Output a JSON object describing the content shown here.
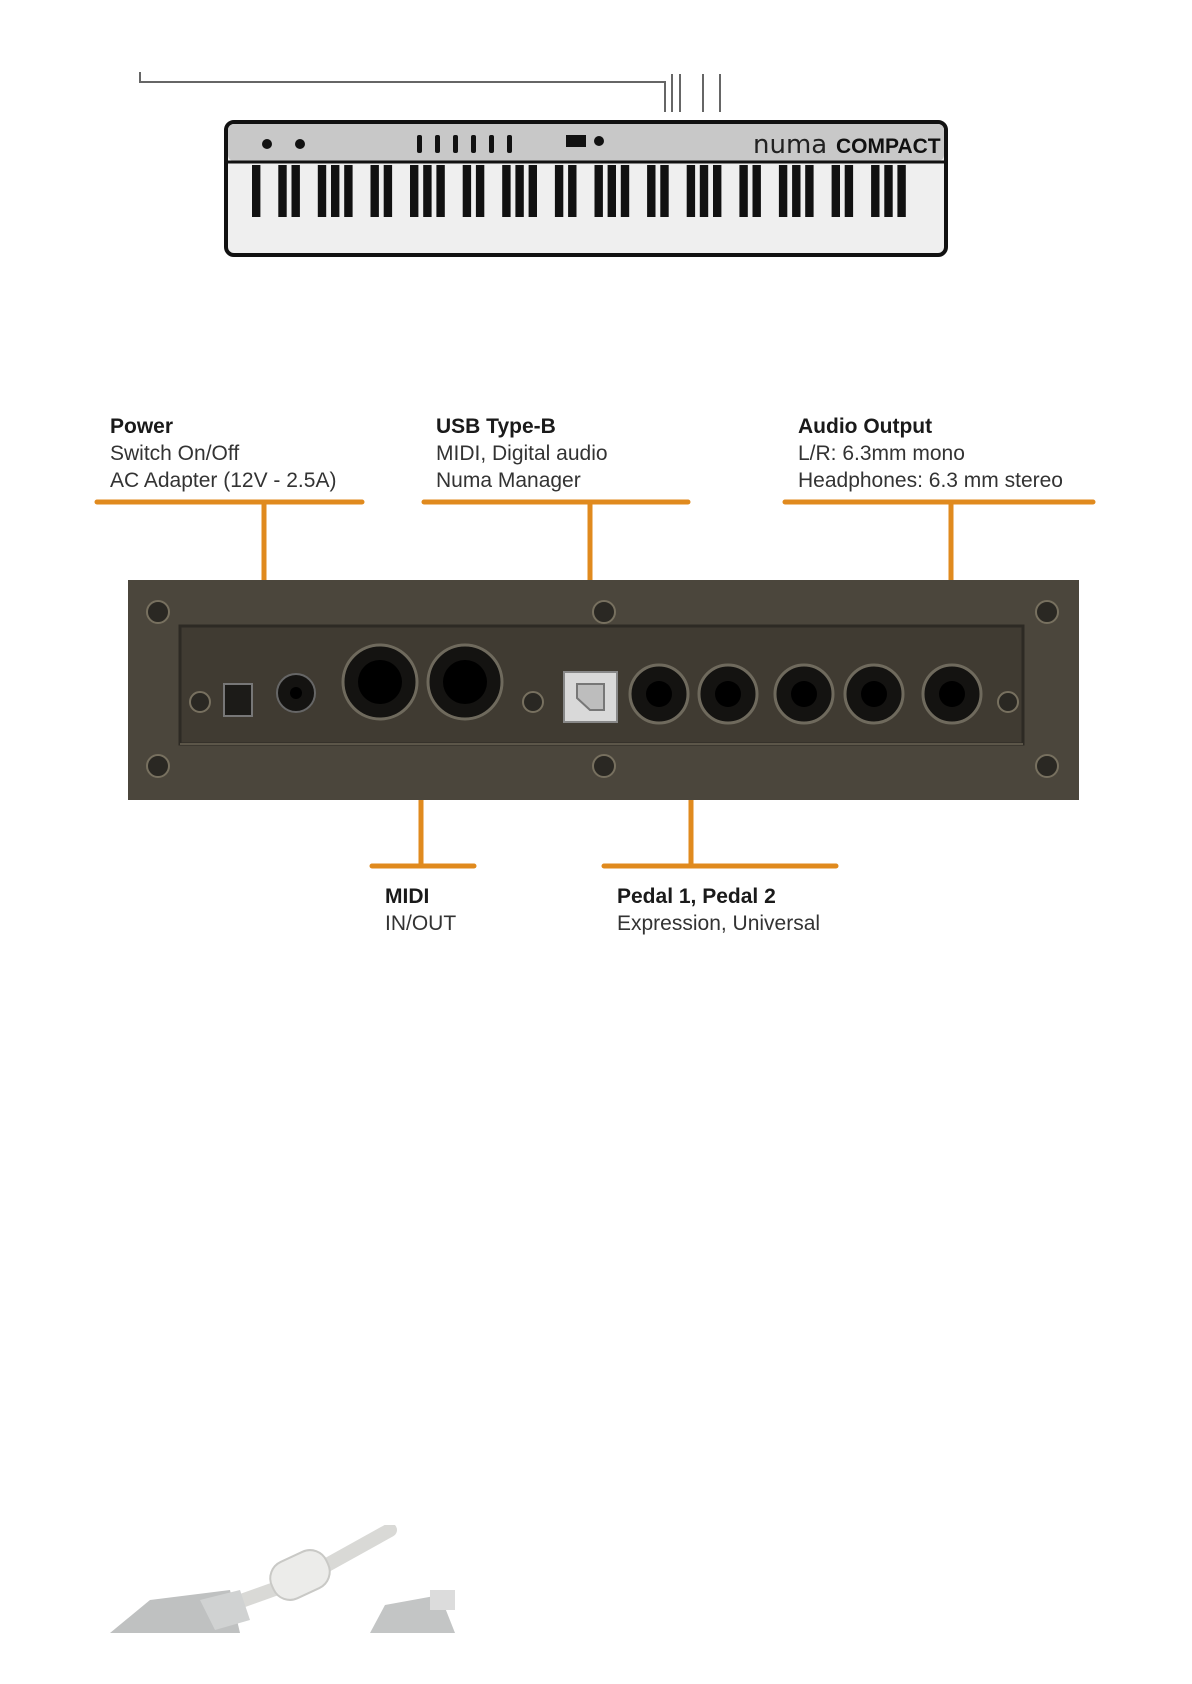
{
  "keyboard": {
    "brand_script": "numa",
    "brand_model": "COMPACT",
    "white_key_color": "#ffffff",
    "black_key_color": "#111111",
    "panel_color": "#c8c8c8"
  },
  "rear_panel": {
    "panel_color": "#4b463c",
    "accent": "#e08a1e"
  },
  "callouts": {
    "power": {
      "title": "Power",
      "lines": [
        "Switch On/Off",
        "AC Adapter (12V - 2.5A)"
      ]
    },
    "usb": {
      "title": "USB Type-B",
      "lines": [
        "MIDI, Digital audio",
        "Numa Manager"
      ]
    },
    "audio": {
      "title": "Audio Output",
      "lines": [
        "L/R: 6.3mm mono",
        "Headphones: 6.3 mm stereo"
      ]
    },
    "midi": {
      "title": "MIDI",
      "lines": [
        "IN/OUT"
      ]
    },
    "pedal": {
      "title": "Pedal 1, Pedal 2",
      "lines": [
        "Expression, Universal"
      ]
    }
  }
}
